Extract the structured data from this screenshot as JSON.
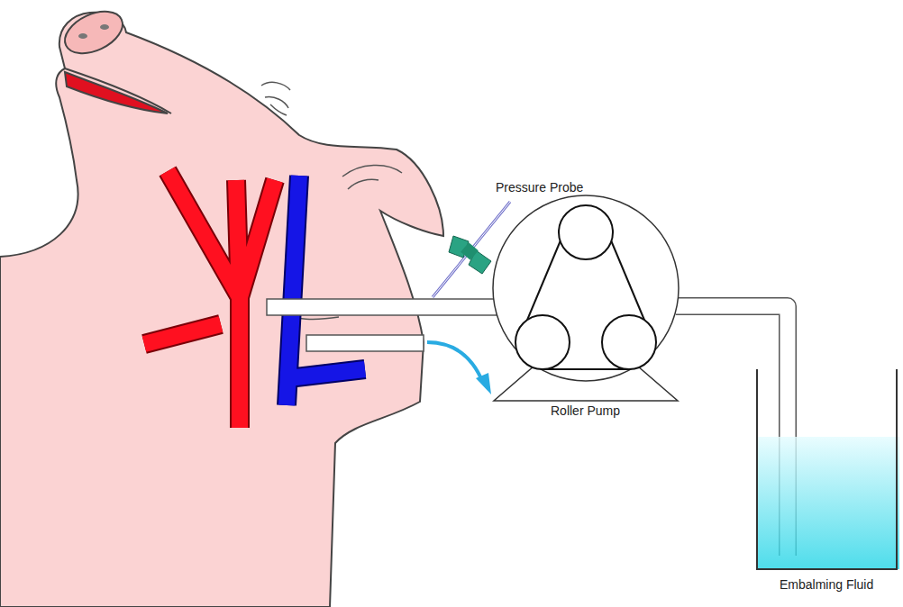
{
  "diagram": {
    "nodes": [
      {
        "text": [
          "Roller Pump"
        ]
      },
      {
        "text": [
          "Embalming Fluid"
        ]
      }
    ],
    "edges": [
      {
        "from": 0,
        "to": 1,
        "arrow": "none"
      }
    ],
    "labels": [
      "Pressure Probe"
    ]
  }
}
